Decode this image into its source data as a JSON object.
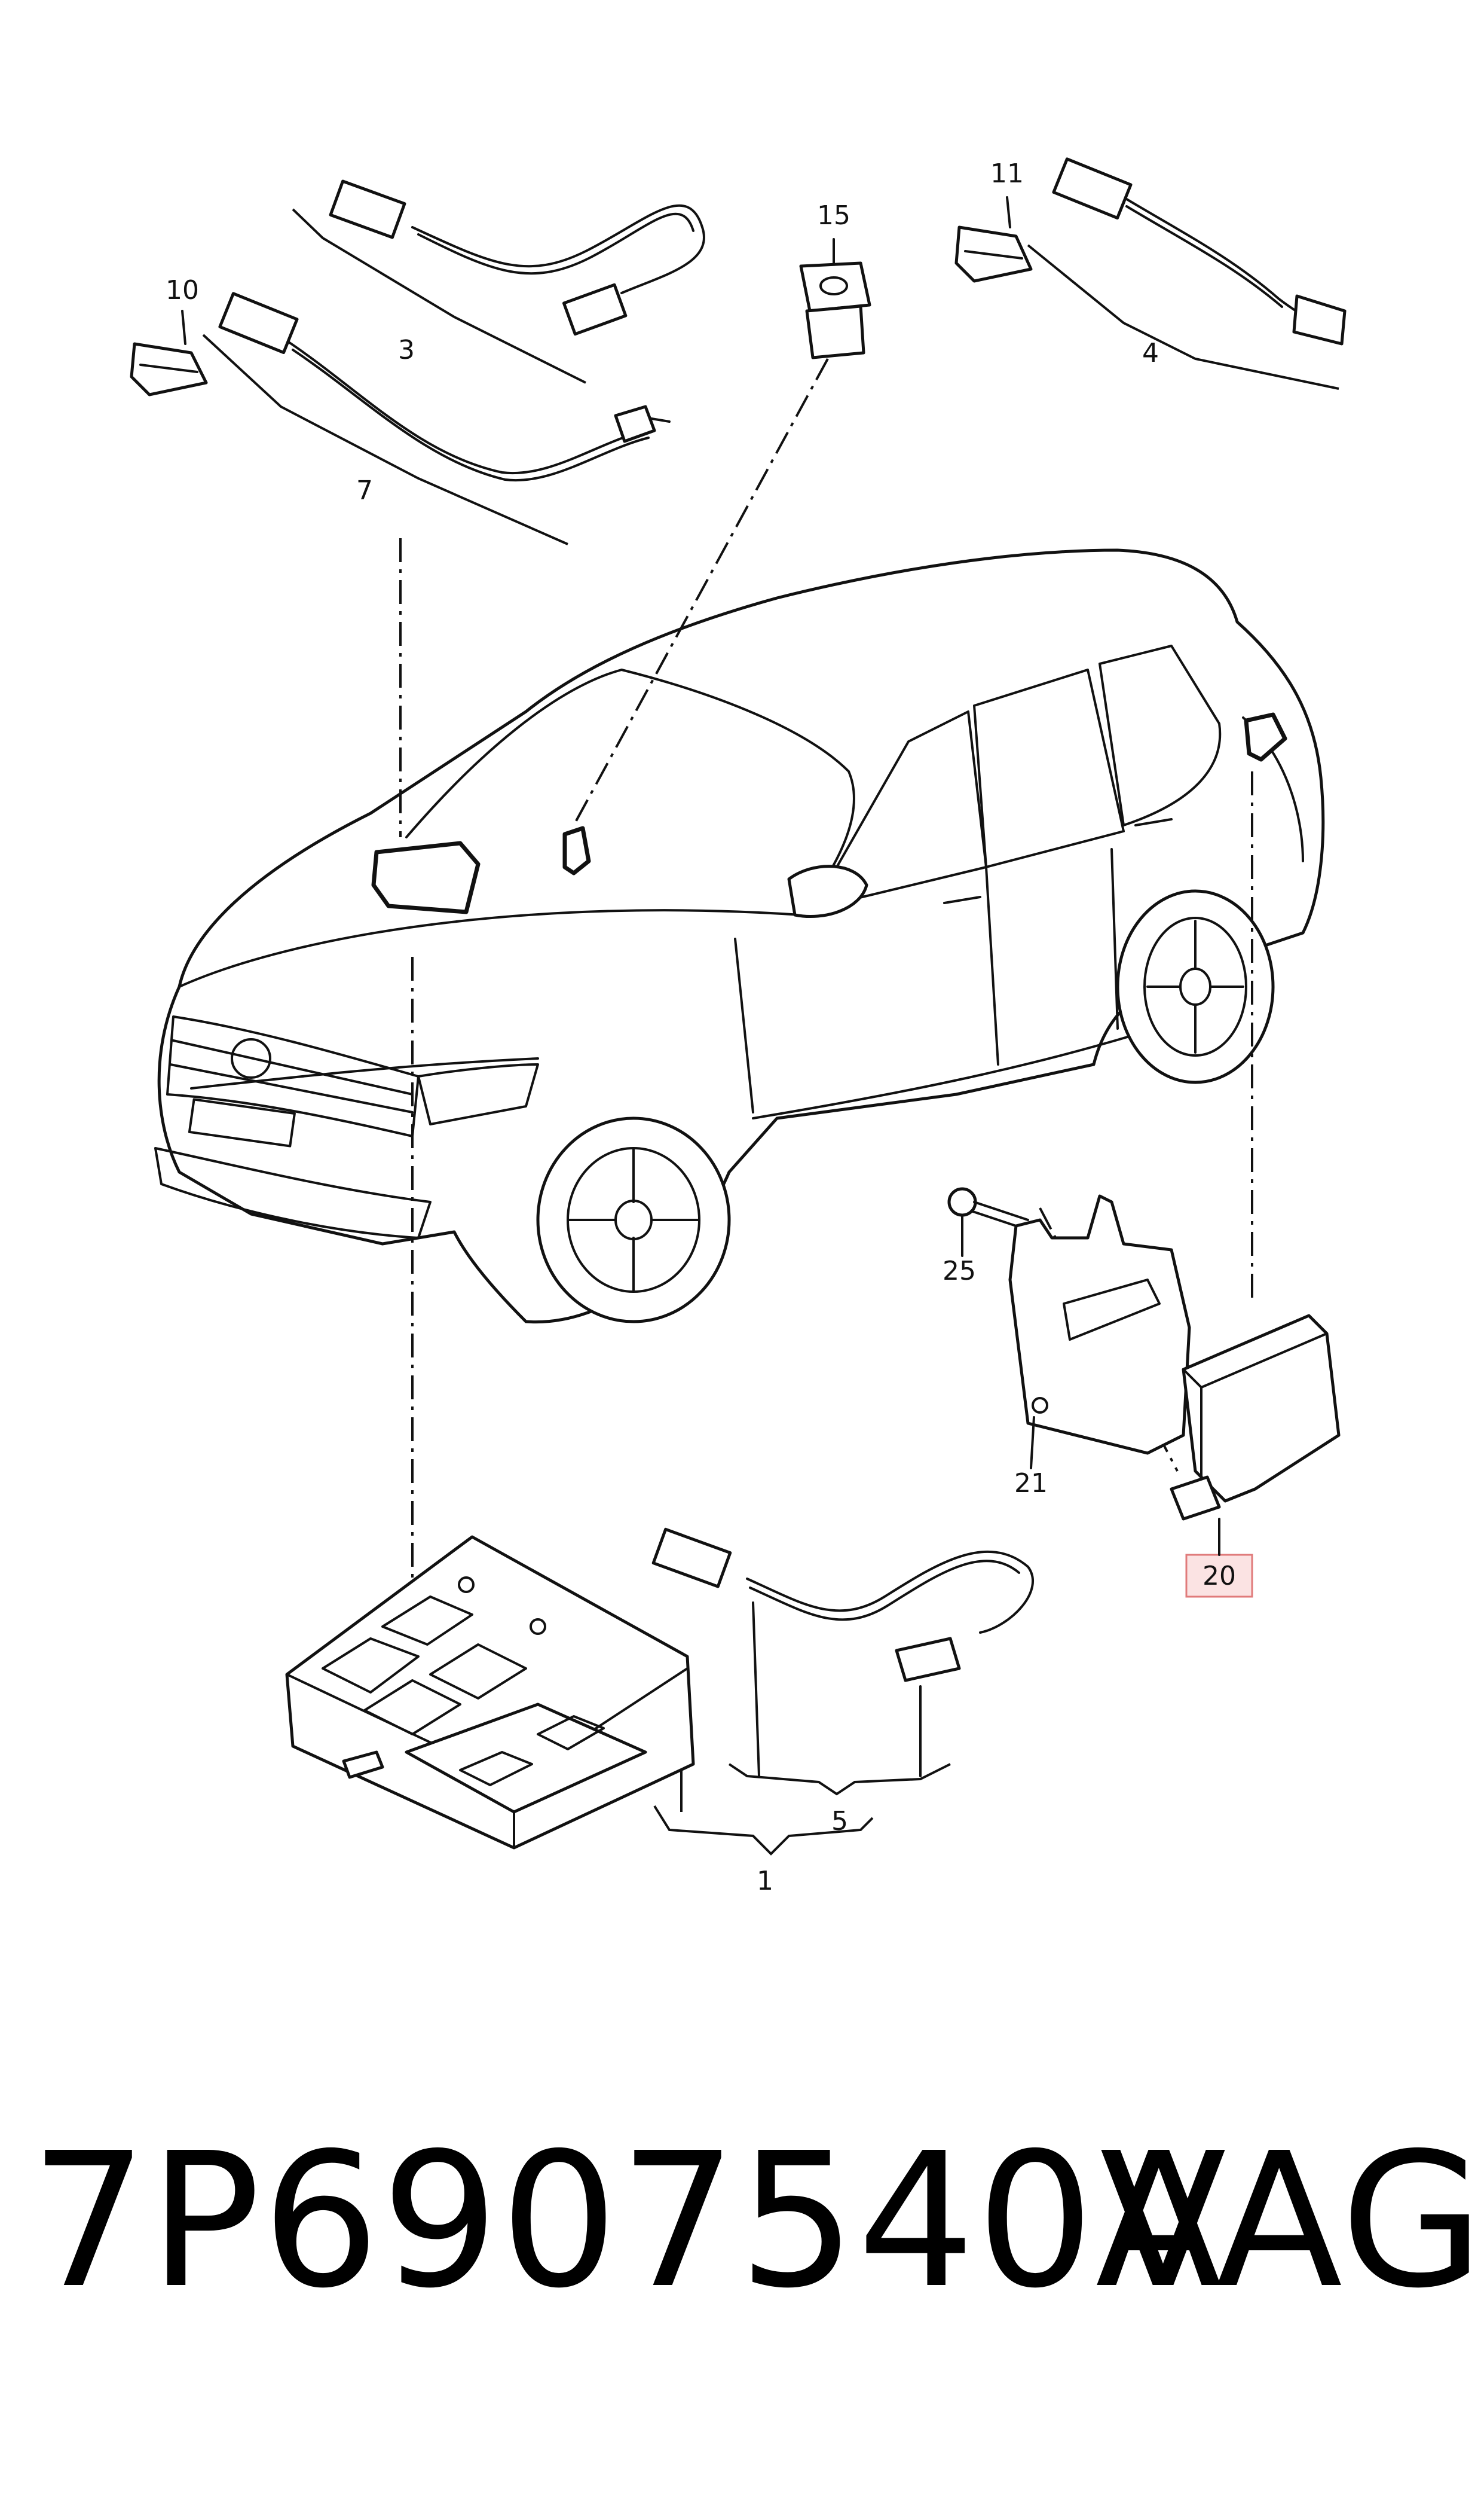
{
  "diagram": {
    "callouts": {
      "c1": "1",
      "c3": "3",
      "c4": "4",
      "c5": "5",
      "c7": "7",
      "c10": "10",
      "c11": "11",
      "c15": "15",
      "c20": "20",
      "c21": "21",
      "c25": "25"
    },
    "highlighted_callout": "20",
    "highlight_color": "#fbe3e3"
  },
  "footer": {
    "part_number": "7P6907540A",
    "brand": "VAG"
  }
}
